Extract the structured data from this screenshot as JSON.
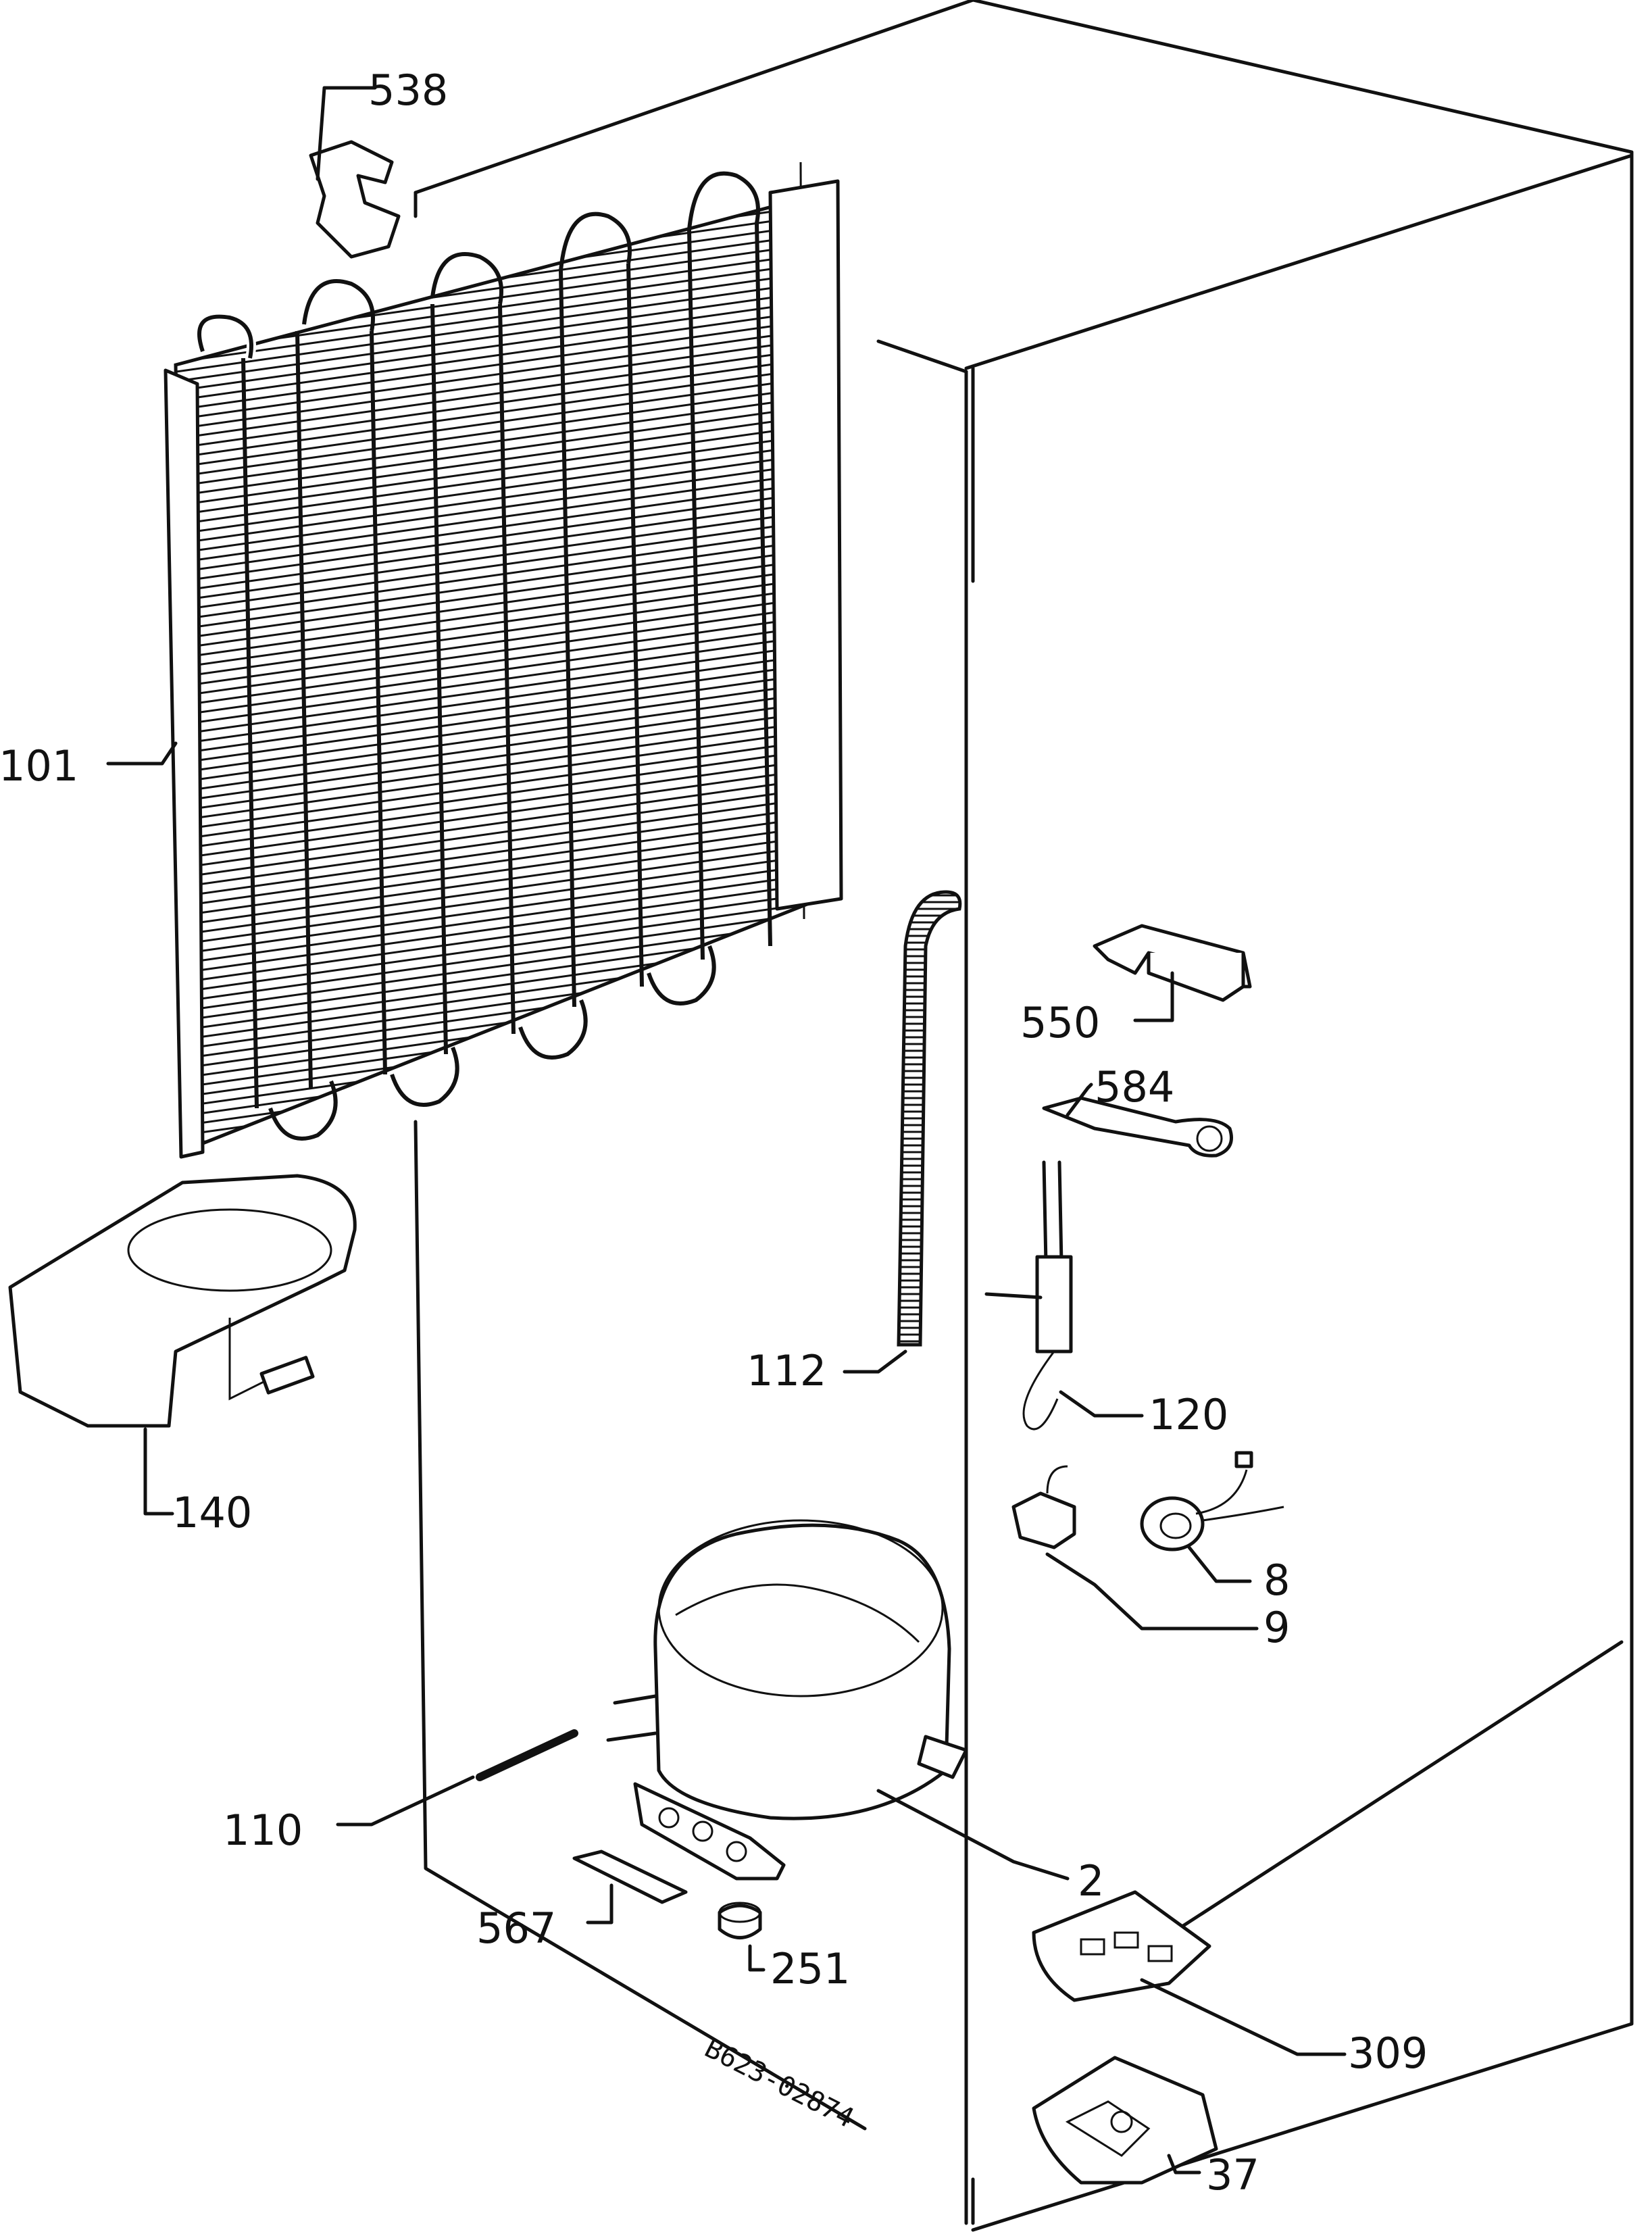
{
  "callouts": {
    "c538": "538",
    "c101": "101",
    "c140": "140",
    "c550": "550",
    "c584": "584",
    "c112": "112",
    "c120": "120",
    "c8": "8",
    "c9": "9",
    "c110": "110",
    "c2": "2",
    "c567": "567",
    "c251": "251",
    "c309": "309",
    "c37": "37"
  },
  "drawing_code": "B623-02874"
}
